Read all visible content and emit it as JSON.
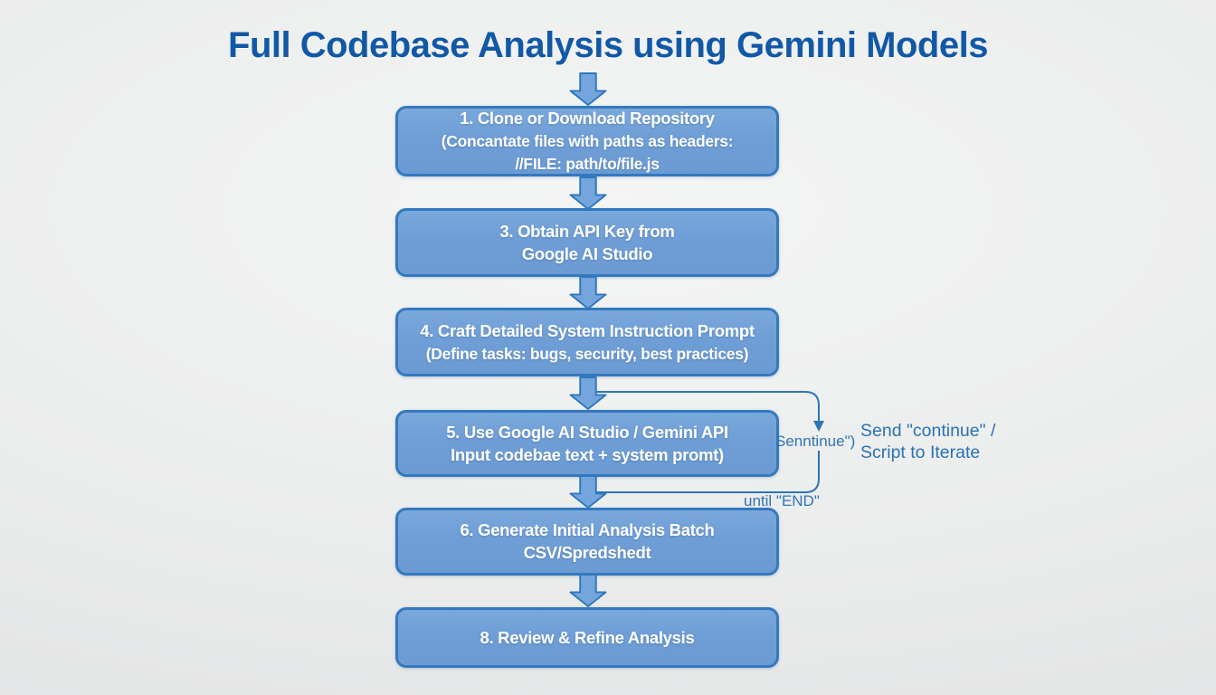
{
  "title": "Full Codebase Analysis using Gemini Models",
  "flow": {
    "boxes": [
      {
        "lines": [
          "1. Clone or Download Repository",
          "(Concantate files with paths as headers:",
          "//FILE: path/to/file.js"
        ]
      },
      {
        "lines": [
          "3. Obtain API Key from",
          "Google AI Studio"
        ]
      },
      {
        "lines": [
          "4. Craft Detailed System Instruction Prompt",
          "(Define tasks: bugs, security, best practices)"
        ]
      },
      {
        "lines": [
          "5. Use Google AI Studio / Gemini API",
          "Input codebae text + system promt)"
        ]
      },
      {
        "lines": [
          "6. Generate Initial Analysis Batch",
          "CSV/Spredshedt"
        ]
      },
      {
        "lines": [
          "8. Review & Refine Analysis"
        ]
      }
    ]
  },
  "loop": {
    "inline_label": "Senntinue\")",
    "side_label_line1": "Send \"continue\" /",
    "side_label_line2": "Script to Iterate",
    "until_label": "until \"END\""
  },
  "colors": {
    "title_text": "#1158a7",
    "box_fill": "#72a1d7",
    "box_border": "#3379bf",
    "box_text": "#ffffff",
    "loop_stroke": "#2e75b6",
    "annotation_text": "#2a72b5",
    "background": "#ebecec"
  }
}
